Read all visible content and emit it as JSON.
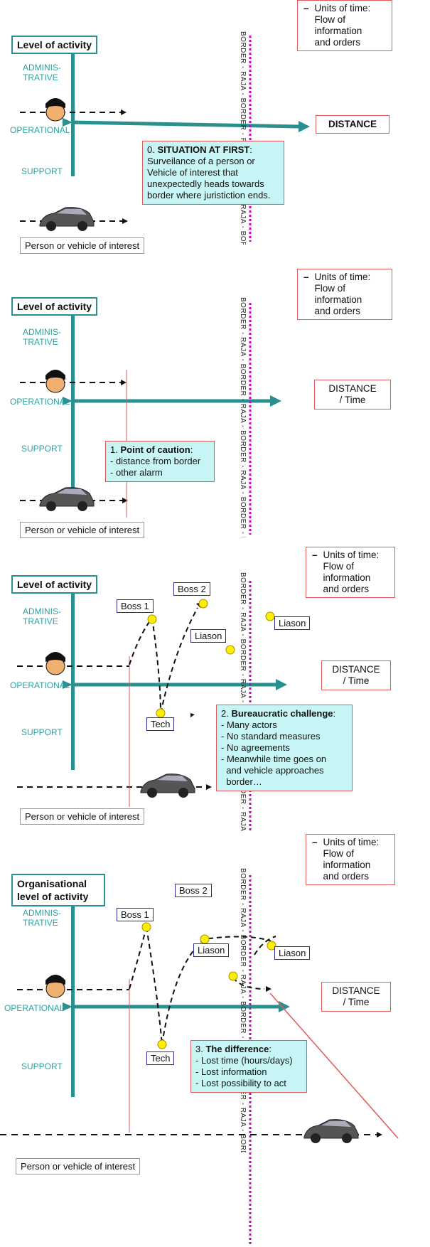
{
  "common": {
    "level_label": "Level of activity",
    "level_label_org": "Organisational level of activity",
    "admin": "ADMINIS-\nTRATIVE",
    "operational": "OPERATIONAL",
    "support": "SUPPORT",
    "units_dash": "–",
    "units_text": "Units of time:\nFlow of\ninformation\nand orders",
    "person_label": "Person or vehicle of interest",
    "border_text": "BORDER - RAJA - BORDER - RAJA - BORDER - RAJA - BORDER - RAJA - BORDER - RAJA -",
    "colors": {
      "teal": "#2a8f8f",
      "magenta": "#d000c8",
      "note_bg": "#c7f5f5",
      "red": "#e05a5a",
      "actor_border": "#2a2a9a",
      "dot": "#ffee00"
    }
  },
  "panels": [
    {
      "distance": "DISTANCE",
      "note_num": "0.",
      "note_title": "SITUATION AT FIRST",
      "note_body": "Surveilance of a person or\nVehicle of interest that\nunexpectedly heads towards\nborder where juristiction ends."
    },
    {
      "distance": "DISTANCE\n/ Time",
      "note_num": "1.",
      "note_title": "Point of caution",
      "note_body": "- distance from border\n- other alarm"
    },
    {
      "distance": "DISTANCE\n/ Time",
      "note_num": "2.",
      "note_title": "Bureaucratic challenge",
      "note_body": "- Many actors\n- No standard measures\n- No agreements\n- Meanwhile time goes on\n  and vehicle approaches\n  border…",
      "actors": [
        "Boss 1",
        "Boss 2",
        "Liason",
        "Liason",
        "Tech"
      ]
    },
    {
      "distance": "DISTANCE\n/ Time",
      "note_num": "3.",
      "note_title": "The difference",
      "note_body": "- Lost time (hours/days)\n- Lost information\n- Lost possibility to act",
      "actors": [
        "Boss 1",
        "Boss 2",
        "Liason",
        "Liason",
        "Tech"
      ]
    }
  ]
}
